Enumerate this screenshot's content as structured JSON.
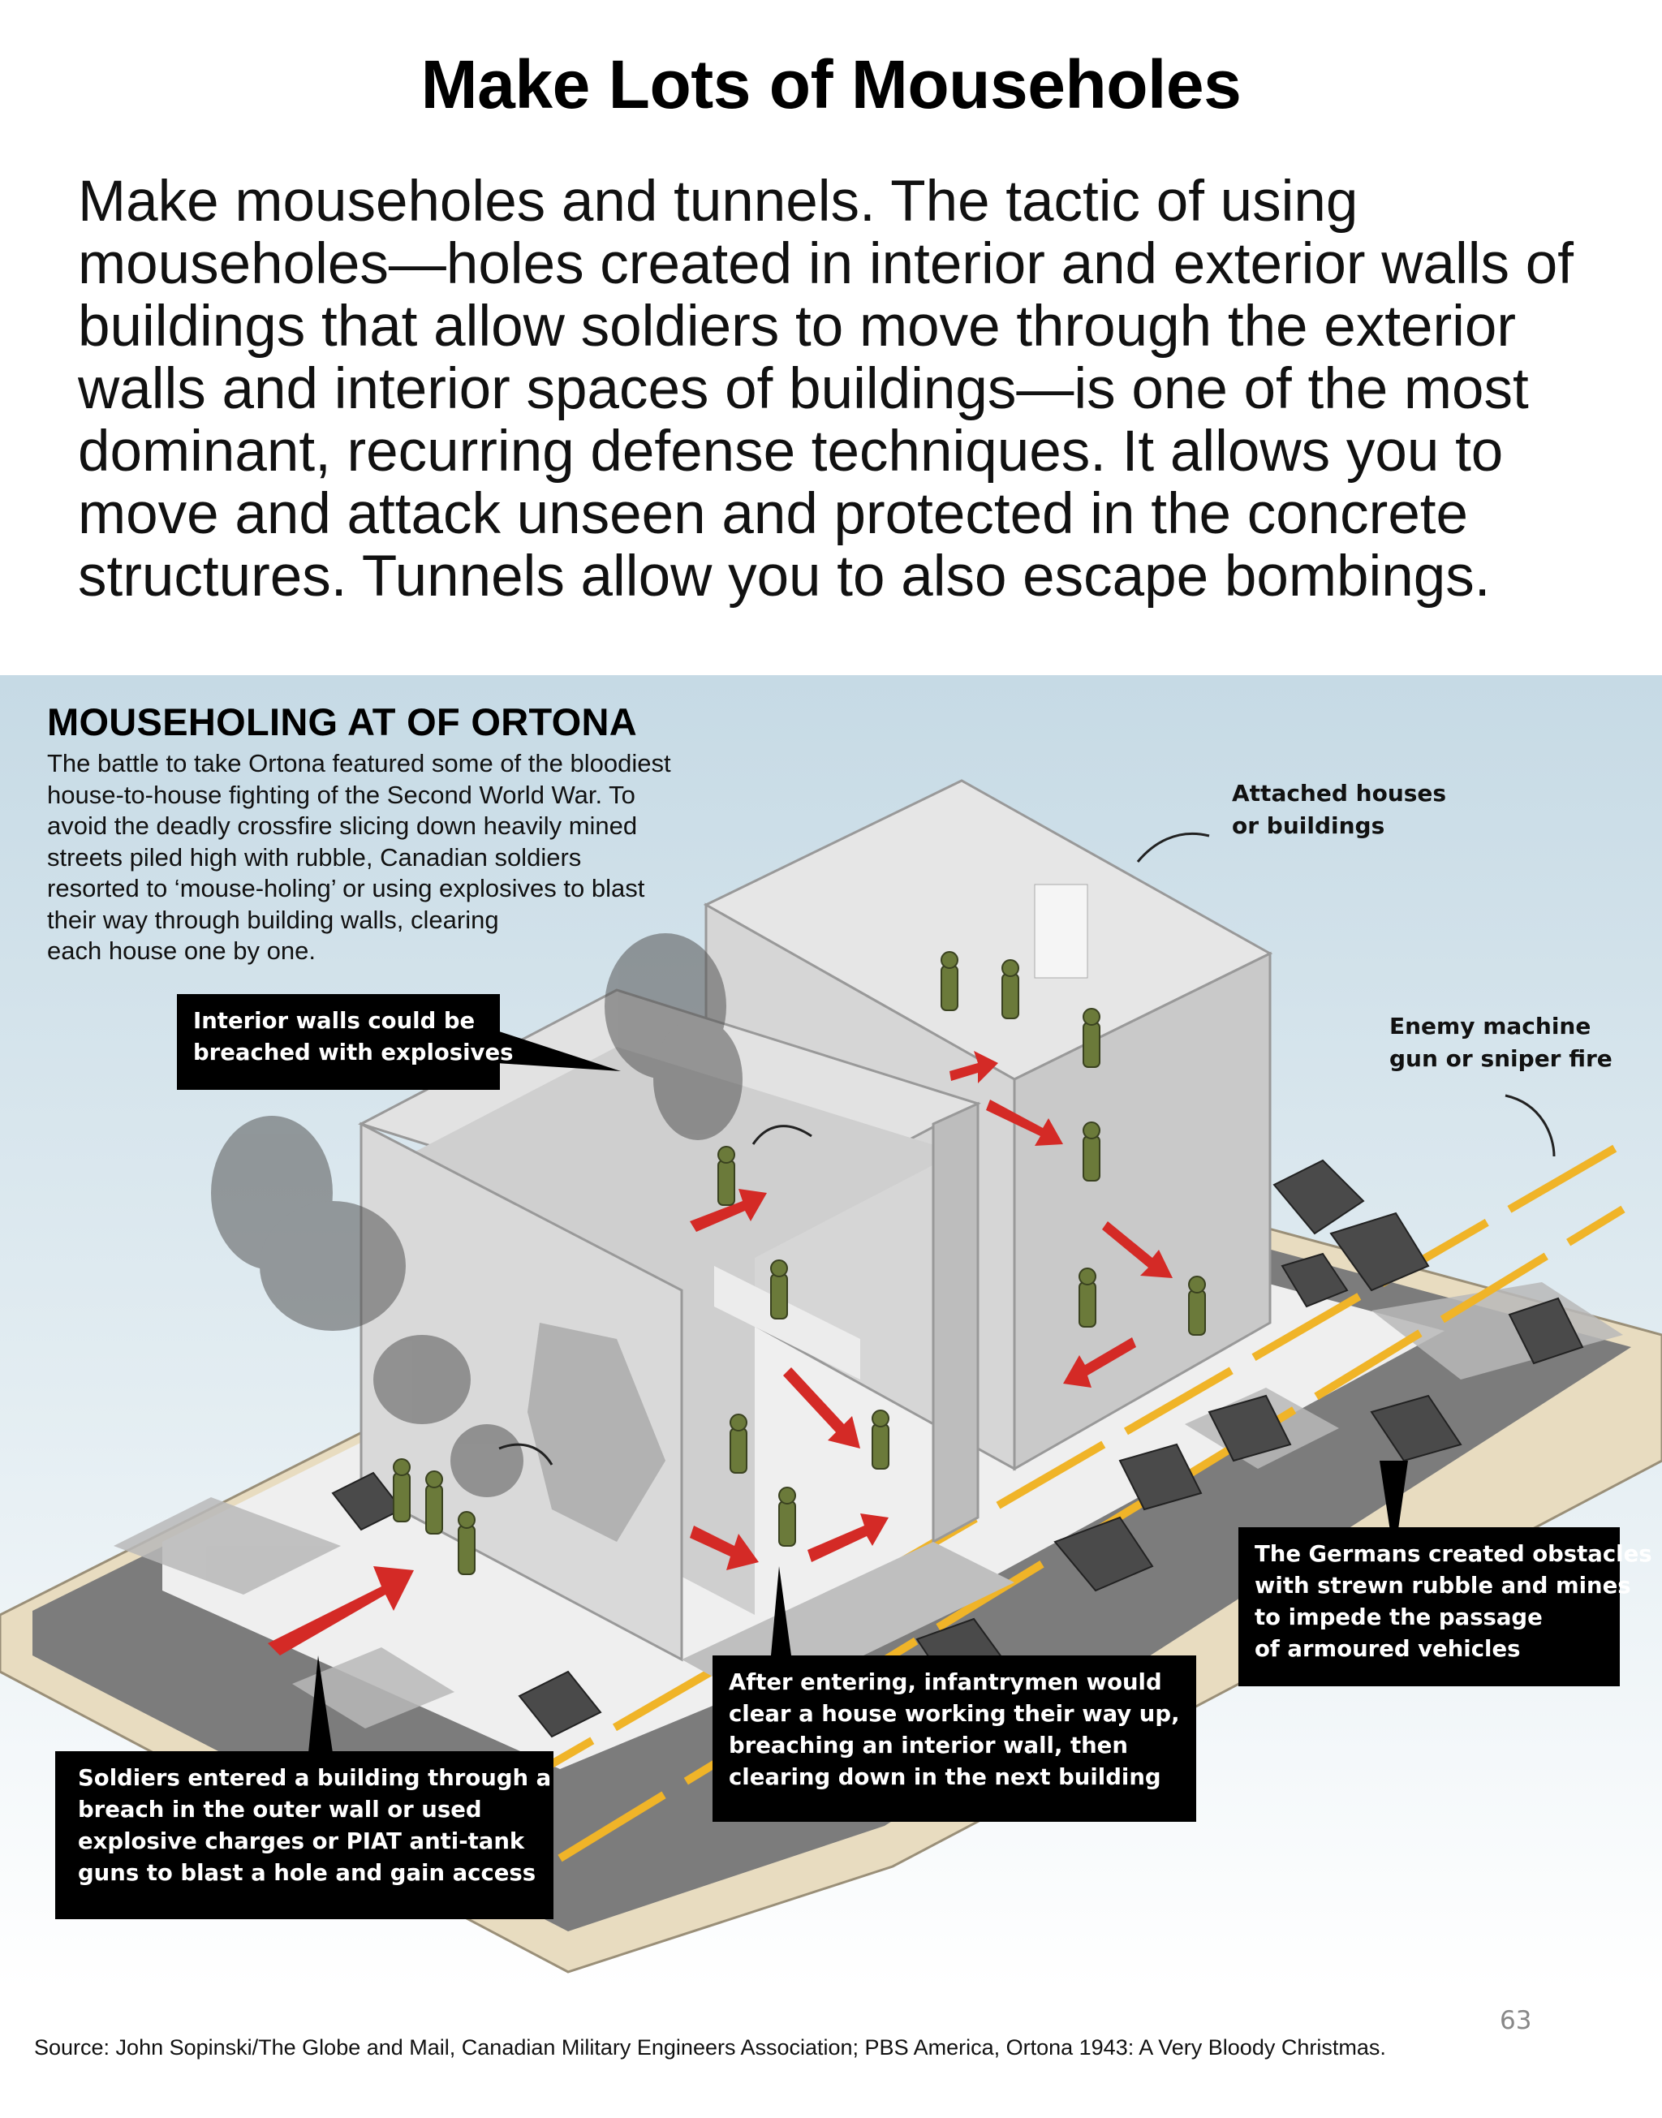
{
  "page": {
    "title": "Make Lots of Mouseholes",
    "intro": "Make mouseholes and tunnels. The tactic of using mouseholes—holes created in interior and exterior walls of buildings that allow soldiers to move through the exterior walls and interior spaces of buildings—is one of the most dominant, recurring defense techniques. It allows you to move and attack unseen and protected in the concrete structures. Tunnels allow you to also escape bombings.",
    "page_number": "63",
    "source": "Source: John Sopinski/The Globe and Mail, Canadian Military Engineers Association; PBS America, Ortona 1943: A Very Bloody Christmas."
  },
  "infographic": {
    "title": "MOUSEHOLING AT OF ORTONA",
    "description_lines": [
      "The battle to take Ortona featured some of the bloodiest",
      "house-to-house fighting of the Second World War. To",
      "avoid the deadly crossfire slicing down heavily mined",
      "streets piled high with rubble, Canadian soldiers",
      "resorted to ‘mouse-holing’ or using explosives to blast",
      "their way through building walls, clearing",
      "each house one by one."
    ],
    "labels": {
      "attached": [
        "Attached houses",
        "or buildings"
      ],
      "enemy": [
        "Enemy machine",
        "gun or sniper fire"
      ]
    },
    "callouts": {
      "interior": [
        "Interior walls could be",
        "breached with explosives"
      ],
      "germans": [
        "The Germans created obstacles",
        "with strewn rubble and mines",
        "to impede the passage",
        "of armoured vehicles"
      ],
      "entering": [
        "After entering, infantrymen would",
        "clear a house working their way up,",
        "breaching an interior wall, then",
        "clearing down in the next building"
      ],
      "soldiers": [
        "Soldiers entered a building through a",
        "breach in the outer wall or used",
        "explosive charges or PIAT anti-tank",
        "guns to blast a hole and gain access"
      ]
    },
    "colors": {
      "arrow": "#d42a26",
      "road_line": "#f0b428",
      "callout_bg": "#000000",
      "sky_top": "#c9dce6",
      "wall": "#d4d4d4",
      "soldier": "#6b7a3a"
    }
  }
}
